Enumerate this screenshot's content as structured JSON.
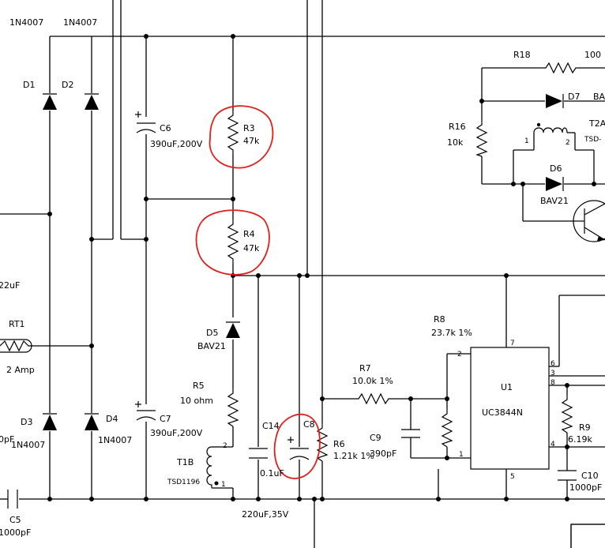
{
  "labels": {
    "d1_part": "1N4007",
    "d2_part": "1N4007",
    "d1": "D1",
    "d2": "D2",
    "c6_ref": "C6",
    "c6_val": "390uF,200V",
    "r3_ref": "R3",
    "r3_val": "47k",
    "r4_ref": "R4",
    "r4_val": "47k",
    "c22": "22uF",
    "rt1_ref": "RT1",
    "rt1_val": "2 Amp",
    "d5_ref": "D5",
    "d5_val": "BAV21",
    "r5_ref": "R5",
    "r5_val": "10 ohm",
    "d3": "D3",
    "d3_part": "1N4007",
    "d3_prefix": "0pF",
    "d4": "D4",
    "d4_part": "1N4007",
    "c7_ref": "C7",
    "c7_val": "390uF,200V",
    "c14_ref": "C14",
    "c14_val": "0.1uF",
    "c8_ref": "C8",
    "c8_val": "220uF,35V",
    "r6_ref": "R6",
    "r6_val": "1.21k 1%",
    "t1b_ref": "T1B",
    "t1b_part": "TSD1196",
    "t1b_pin2": "2",
    "t1b_pin1": "1",
    "c5_ref": "C5",
    "c5_val": "1000pF",
    "r7_ref": "R7",
    "r7_val": "10.0k 1%",
    "c9_ref": "C9",
    "c9_val": "390pF",
    "r8_ref": "R8",
    "r8_val": "23.7k 1%",
    "u1_ref": "U1",
    "u1_part": "UC3844N",
    "pin7": "7",
    "pin2": "2",
    "pin1": "1",
    "pin5": "5",
    "pin6": "6",
    "pin3": "3",
    "pin8": "8",
    "pin4": "4",
    "r9_ref": "R9",
    "r9_val": "6.19k",
    "c10_ref": "C10",
    "c10_val": "1000pF",
    "r18_ref": "R18",
    "r18_val": "100",
    "r16_ref": "R16",
    "r16_val": "10k",
    "d7_ref": "D7",
    "d7_trunc": "BA",
    "d6_ref": "D6",
    "d6_val": "BAV21",
    "t2_trunc": "T2A",
    "t2_part_trunc": "TSD-",
    "t2_pin1": "1",
    "t2_pin2": "2"
  },
  "annotations": {
    "highlight_color": "#e0201a",
    "highlighted_parts": [
      "R3",
      "R4",
      "C8"
    ]
  }
}
